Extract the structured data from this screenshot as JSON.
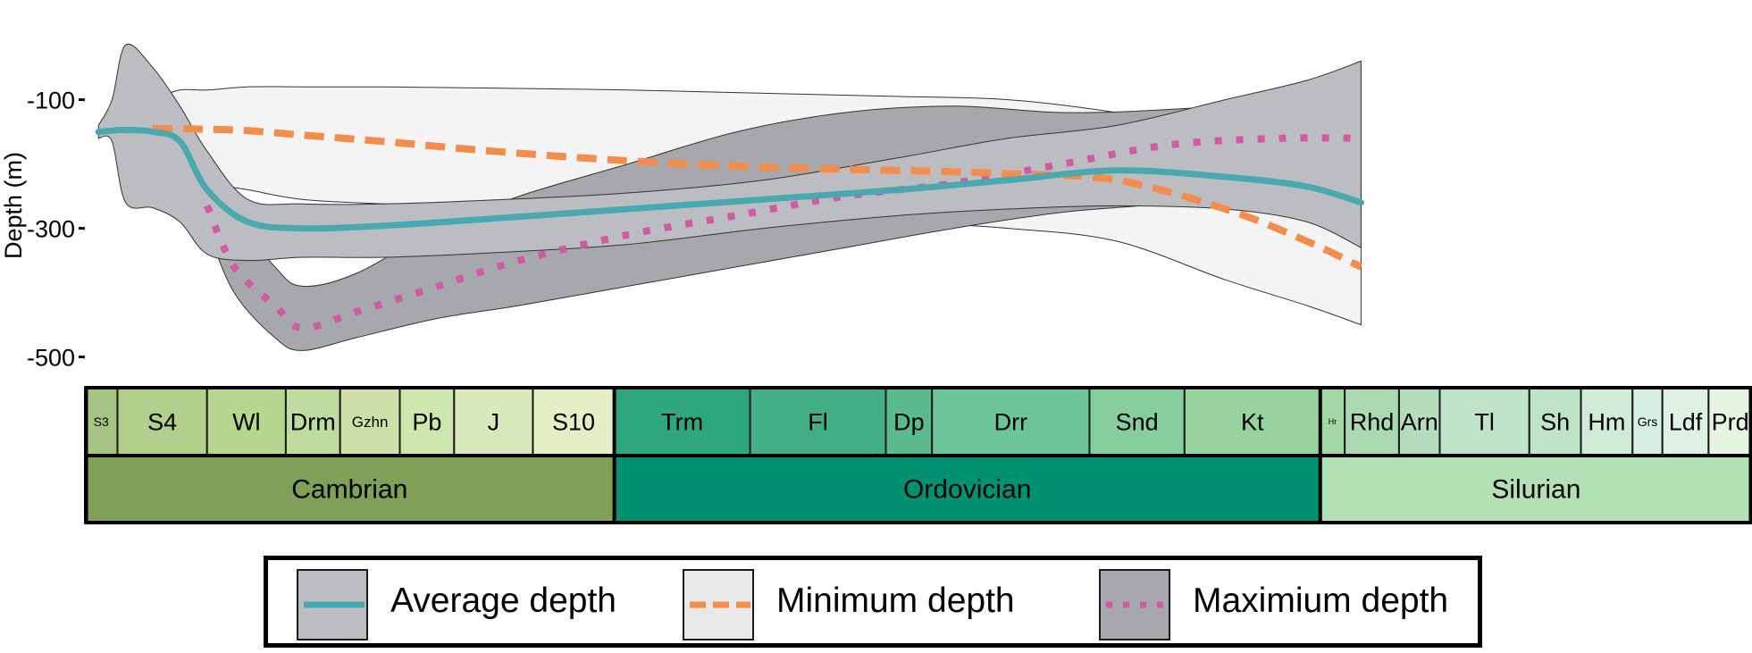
{
  "chart_data": {
    "type": "line",
    "xlabel": "",
    "ylabel": "Depth (m)",
    "yticks": [
      -100,
      -300,
      -500
    ],
    "ylim": [
      -545,
      55
    ],
    "xlim": [
      488,
      441
    ],
    "grid": false,
    "legend_position": "bottom",
    "colors": {
      "average_band": "#bcbdc0",
      "average_line": "#4aa8b0",
      "minimum_band": "#f3f4f3",
      "minimum_line": "#f48c4c",
      "maximum_band": "#a7a8ab",
      "maximum_line": "#d05aa8",
      "band_edge": "#333333"
    },
    "series": [
      {
        "name": "Average depth",
        "style": "solid",
        "x": [
          487.5,
          487,
          486.5,
          485.5,
          484.5,
          483.5,
          482,
          480,
          477,
          473,
          468,
          463,
          458,
          454,
          450,
          446,
          443,
          441
        ],
        "values": [
          -150,
          -148,
          -147,
          -150,
          -165,
          -240,
          -290,
          -300,
          -296,
          -285,
          -270,
          -255,
          -240,
          -225,
          -210,
          -220,
          -235,
          -260
        ],
        "upper": [
          -140,
          -100,
          -15,
          -50,
          -110,
          -180,
          -255,
          -262,
          -262,
          -256,
          -245,
          -225,
          -190,
          -160,
          -140,
          -100,
          -70,
          -40
        ],
        "lower": [
          -160,
          -165,
          -260,
          -268,
          -290,
          -340,
          -350,
          -345,
          -345,
          -338,
          -325,
          -300,
          -280,
          -270,
          -265,
          -270,
          -290,
          -330
        ]
      },
      {
        "name": "Minimum depth",
        "style": "dashed",
        "x": [
          485.5,
          484.5,
          483.5,
          482,
          480,
          477,
          473,
          468,
          463,
          458,
          454,
          450,
          446,
          443,
          441
        ],
        "values": [
          -145,
          -145,
          -146,
          -148,
          -155,
          -165,
          -180,
          -195,
          -205,
          -210,
          -215,
          -225,
          -270,
          -320,
          -360
        ],
        "upper": [
          -100,
          -85,
          -85,
          -80,
          -80,
          -80,
          -82,
          -85,
          -90,
          -95,
          -100,
          -120,
          -150,
          -170,
          -200
        ],
        "lower": [
          -200,
          -220,
          -230,
          -240,
          -255,
          -262,
          -268,
          -275,
          -280,
          -290,
          -300,
          -320,
          -380,
          -420,
          -450
        ]
      },
      {
        "name": "Maximium depth",
        "style": "dotted",
        "x": [
          483.5,
          482.5,
          481,
          480,
          478,
          475,
          472,
          468,
          464,
          460,
          456,
          452,
          448,
          444,
          441
        ],
        "values": [
          -265,
          -360,
          -420,
          -455,
          -430,
          -390,
          -350,
          -310,
          -280,
          -250,
          -230,
          -200,
          -170,
          -160,
          -160
        ],
        "upper": [
          -220,
          -280,
          -360,
          -390,
          -370,
          -300,
          -250,
          -200,
          -150,
          -120,
          -110,
          -120,
          -115,
          -100,
          -60
        ],
        "lower": [
          -300,
          -400,
          -470,
          -490,
          -470,
          -440,
          -420,
          -390,
          -360,
          -330,
          -300,
          -275,
          -260,
          -230,
          -200
        ]
      }
    ],
    "timescale": {
      "stages": [
        {
          "label": "S3",
          "start": 488.0,
          "end": 486.8,
          "color": "#a6c583"
        },
        {
          "label": "S4",
          "start": 486.8,
          "end": 483.5,
          "color": "#b2cf8c"
        },
        {
          "label": "Wl",
          "start": 483.5,
          "end": 480.6,
          "color": "#b6d78f"
        },
        {
          "label": "Drm",
          "start": 480.6,
          "end": 478.6,
          "color": "#c0db9e"
        },
        {
          "label": "Gzhn",
          "start": 478.6,
          "end": 476.4,
          "color": "#cde0aa"
        },
        {
          "label": "Pb",
          "start": 476.4,
          "end": 474.4,
          "color": "#cfe6ac"
        },
        {
          "label": "J",
          "start": 474.4,
          "end": 471.5,
          "color": "#d9e9b9"
        },
        {
          "label": "S10",
          "start": 471.5,
          "end": 468.5,
          "color": "#e4efc6"
        },
        {
          "label": "Trm",
          "start": 468.5,
          "end": 463.5,
          "color": "#2fa77e"
        },
        {
          "label": "Fl",
          "start": 463.5,
          "end": 458.5,
          "color": "#43ad85"
        },
        {
          "label": "Dp",
          "start": 458.5,
          "end": 456.8,
          "color": "#5bb98e"
        },
        {
          "label": "Drr",
          "start": 456.8,
          "end": 451.0,
          "color": "#6cc599"
        },
        {
          "label": "Snd",
          "start": 451.0,
          "end": 447.5,
          "color": "#87ce9e"
        },
        {
          "label": "Kt",
          "start": 447.5,
          "end": 442.5,
          "color": "#97d39e"
        },
        {
          "label": "Hr",
          "start": 442.5,
          "end": 441.6,
          "color": "#a5d8a7"
        },
        {
          "label": "Rhd",
          "start": 441.6,
          "end": 439.6,
          "color": "#a9d9b1"
        },
        {
          "label": "Arn",
          "start": 439.6,
          "end": 438.1,
          "color": "#b4ddbe"
        },
        {
          "label": "Tl",
          "start": 438.1,
          "end": 434.8,
          "color": "#bfe4c9"
        },
        {
          "label": "Sh",
          "start": 434.8,
          "end": 432.9,
          "color": "#bfe3c6"
        },
        {
          "label": "Hm",
          "start": 432.9,
          "end": 431.0,
          "color": "#d1ecd6"
        },
        {
          "label": "Grs",
          "start": 431.0,
          "end": 429.9,
          "color": "#d7efe0"
        },
        {
          "label": "Ldf",
          "start": 429.9,
          "end": 428.2,
          "color": "#dff1e2"
        },
        {
          "label": "Prd",
          "start": 428.2,
          "end": 426.6,
          "color": "#e8f4e2"
        }
      ],
      "periods": [
        {
          "label": "Cambrian",
          "start": 488.0,
          "end": 468.5,
          "color": "#7fa056"
        },
        {
          "label": "Ordovician",
          "start": 468.5,
          "end": 442.5,
          "color": "#009270"
        },
        {
          "label": "Silurian",
          "start": 442.5,
          "end": 426.6,
          "color": "#b3e1b5"
        }
      ]
    }
  },
  "legend": {
    "items": [
      {
        "label": "Average depth",
        "swatch_color": "#bcbdc0",
        "line_color": "#4aa8b0",
        "style": "solid"
      },
      {
        "label": "Minimum depth",
        "swatch_color": "#e8e8e9",
        "line_color": "#f48c4c",
        "style": "dashed"
      },
      {
        "label": "Maximium depth",
        "swatch_color": "#a7a8ab",
        "line_color": "#d05aa8",
        "style": "dotted"
      }
    ]
  }
}
